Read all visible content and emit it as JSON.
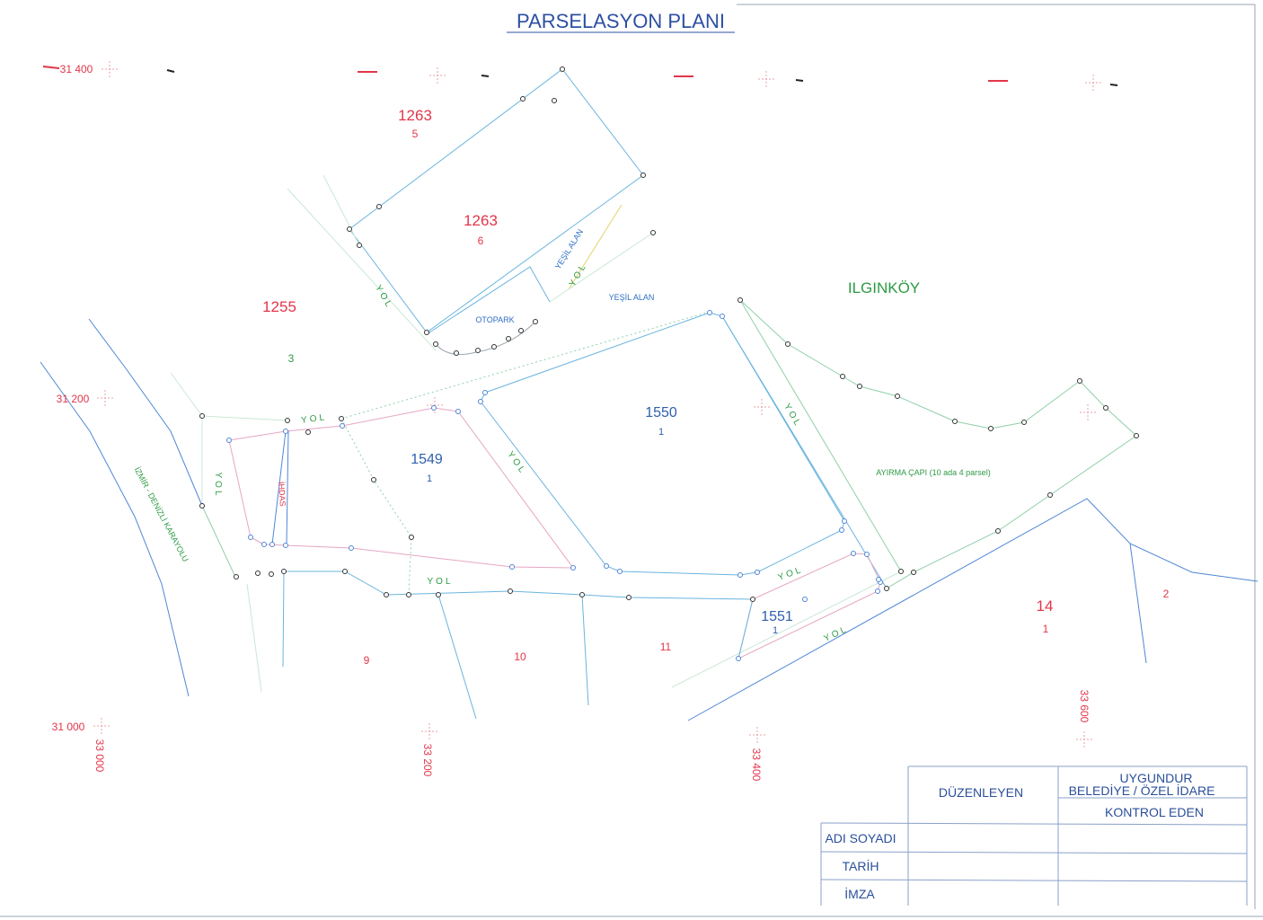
{
  "title": "PARSELASYON PLANI",
  "grid": {
    "northing": {
      "n31400": "31 400",
      "n31200": "31 200",
      "n31000": "31 000"
    },
    "easting": {
      "e33000": "33 000",
      "e33200": "33 200",
      "e33400": "33 400",
      "e33600": "33 600"
    }
  },
  "parcels": {
    "p1263_5": {
      "number": "1263",
      "lot": "5"
    },
    "p1263_6": {
      "number": "1263",
      "lot": "6"
    },
    "p1255_3": {
      "number": "1255",
      "lot": "3"
    },
    "p1550_1": {
      "number": "1550",
      "lot": "1"
    },
    "p1549_1": {
      "number": "1549",
      "lot": "1"
    },
    "p1551_1": {
      "number": "1551",
      "lot": "1"
    },
    "p14_1": {
      "number": "14",
      "lot": "1"
    }
  },
  "lots": {
    "l2": "2",
    "l9": "9",
    "l10": "10",
    "l11": "11"
  },
  "labels": {
    "village": "ILGINKÖY",
    "road": "YOL",
    "green_area": "YEŞİL ALAN",
    "parking": "OTOPARK",
    "split_note": "AYIRMA ÇAPI (10 ada 4 parsel)",
    "highway": "İZMİR - DENİZLİ KARAYOLU",
    "annexation": "İHDAS"
  },
  "signature_table": {
    "prepared_by": "DÜZENLEYEN",
    "approved_line1": "UYGUNDUR",
    "approved_line2": "BELEDİYE / ÖZEL İDARE",
    "controlled_by": "KONTROL EDEN",
    "rows": [
      "ADI SOYADI",
      "TARİH",
      "İMZA"
    ]
  },
  "colors": {
    "parcel_red": "#e2364a",
    "parcel_blue": "#2f5fae",
    "road_green": "#2c9a44",
    "boundary_blue": "#6ab4de",
    "highway_blue": "#4f86d6",
    "easement_pink": "#e6a6c4"
  }
}
